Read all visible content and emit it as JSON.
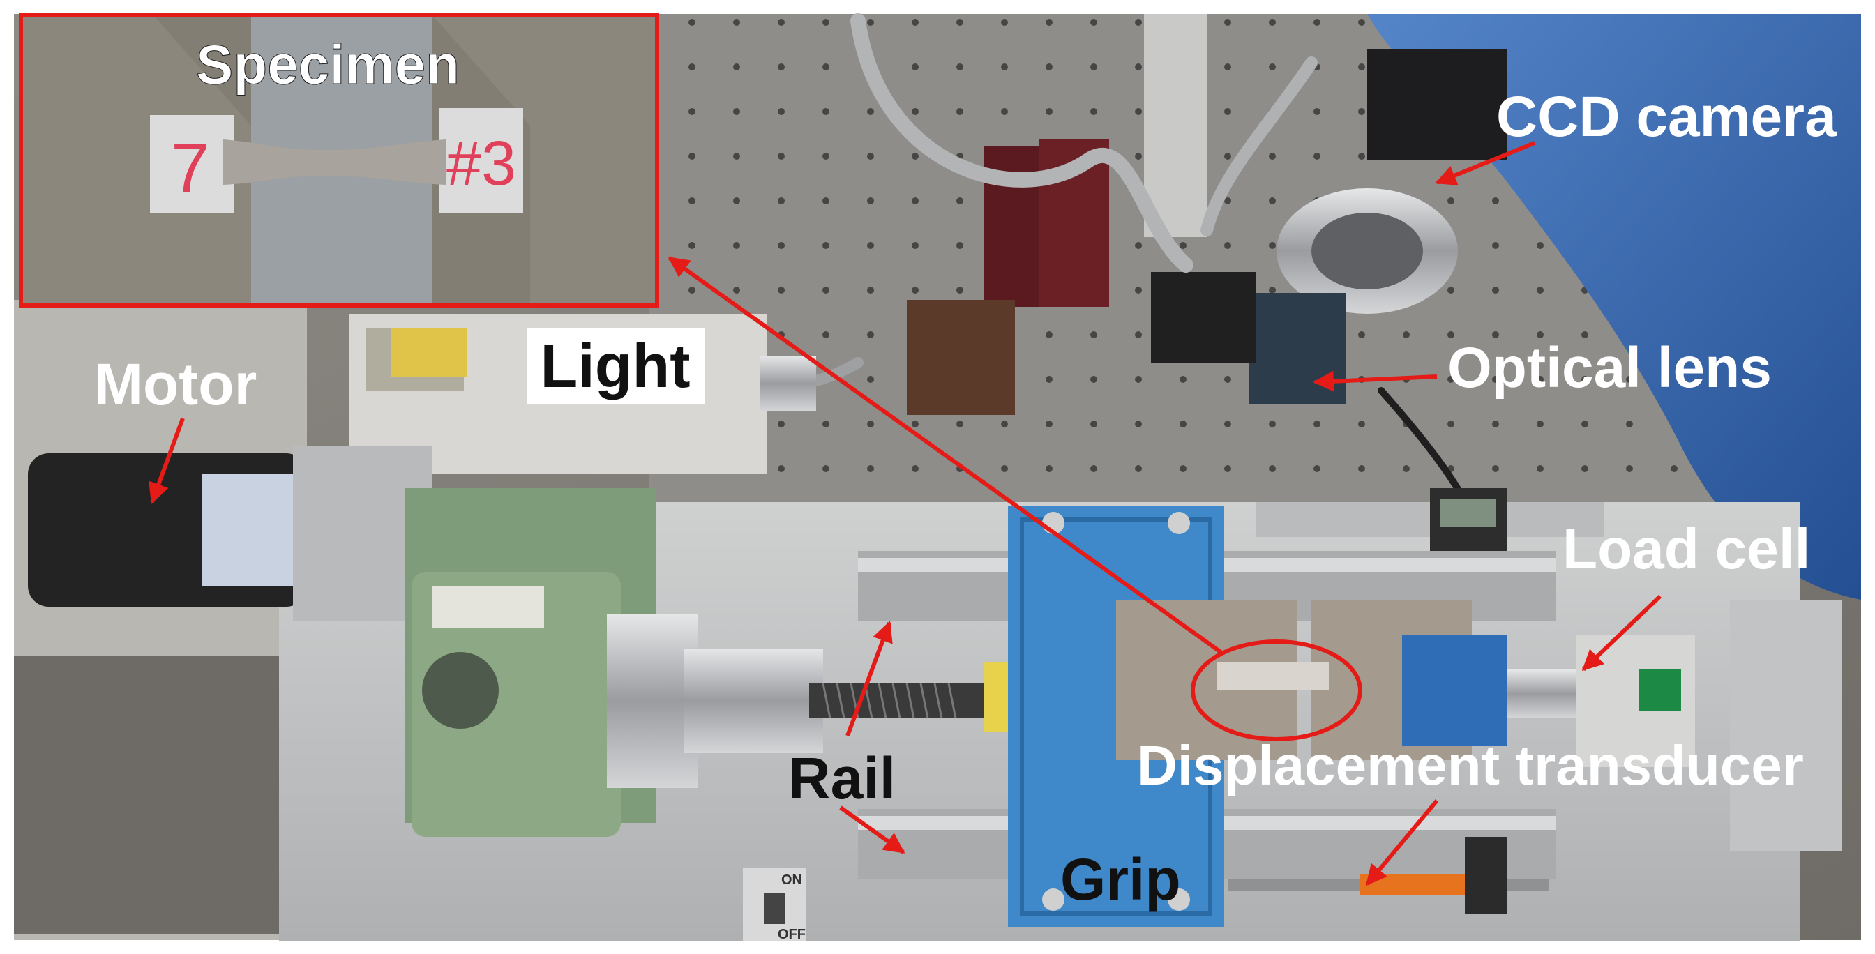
{
  "labels": {
    "specimen": "Specimen",
    "ccd_camera": "CCD camera",
    "optical_lens": "Optical lens",
    "light": "Light",
    "motor": "Motor",
    "load_cell": "Load cell",
    "rail": "Rail",
    "displacement_transducer": "Displacement transducer",
    "grip": "Grip"
  },
  "specimen_marks": {
    "left_number": "7",
    "right_number": "#3"
  },
  "switch": {
    "on": "ON",
    "off": "OFF"
  },
  "colors": {
    "annotation": "#e41b17",
    "label_text_light": "#ffffff",
    "label_text_dark": "#111111",
    "grip_block": "#3f88c9",
    "gearbox": "#7f9c7a",
    "cloth": "#3d6fb7"
  }
}
